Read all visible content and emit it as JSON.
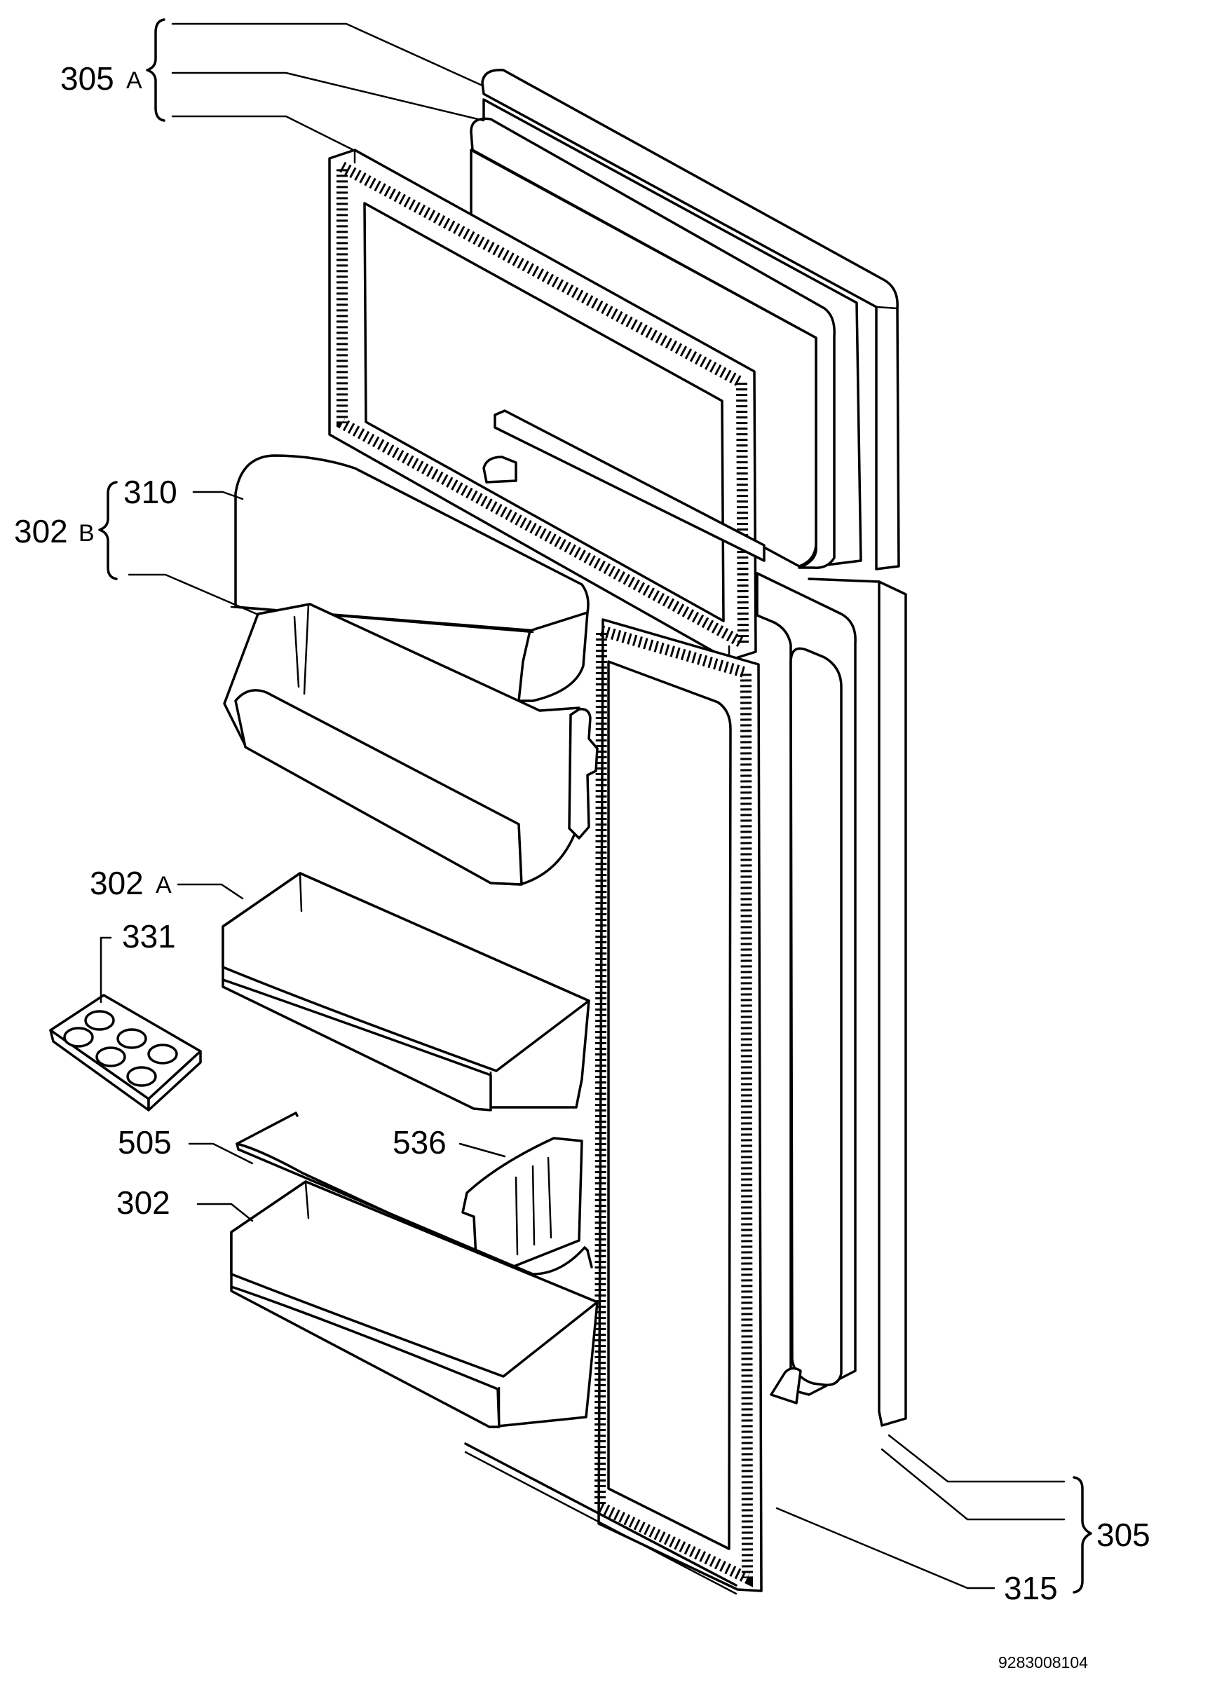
{
  "diagram": {
    "drawing_number": "9283008104",
    "labels": {
      "p305A": {
        "num": "305",
        "suffix": "A"
      },
      "p310": {
        "num": "310"
      },
      "p302B": {
        "num": "302",
        "suffix": "B"
      },
      "p302A": {
        "num": "302",
        "suffix": "A"
      },
      "p331": {
        "num": "331"
      },
      "p505": {
        "num": "505"
      },
      "p536": {
        "num": "536"
      },
      "p302": {
        "num": "302"
      },
      "p305": {
        "num": "305"
      },
      "p315": {
        "num": "315"
      }
    }
  }
}
